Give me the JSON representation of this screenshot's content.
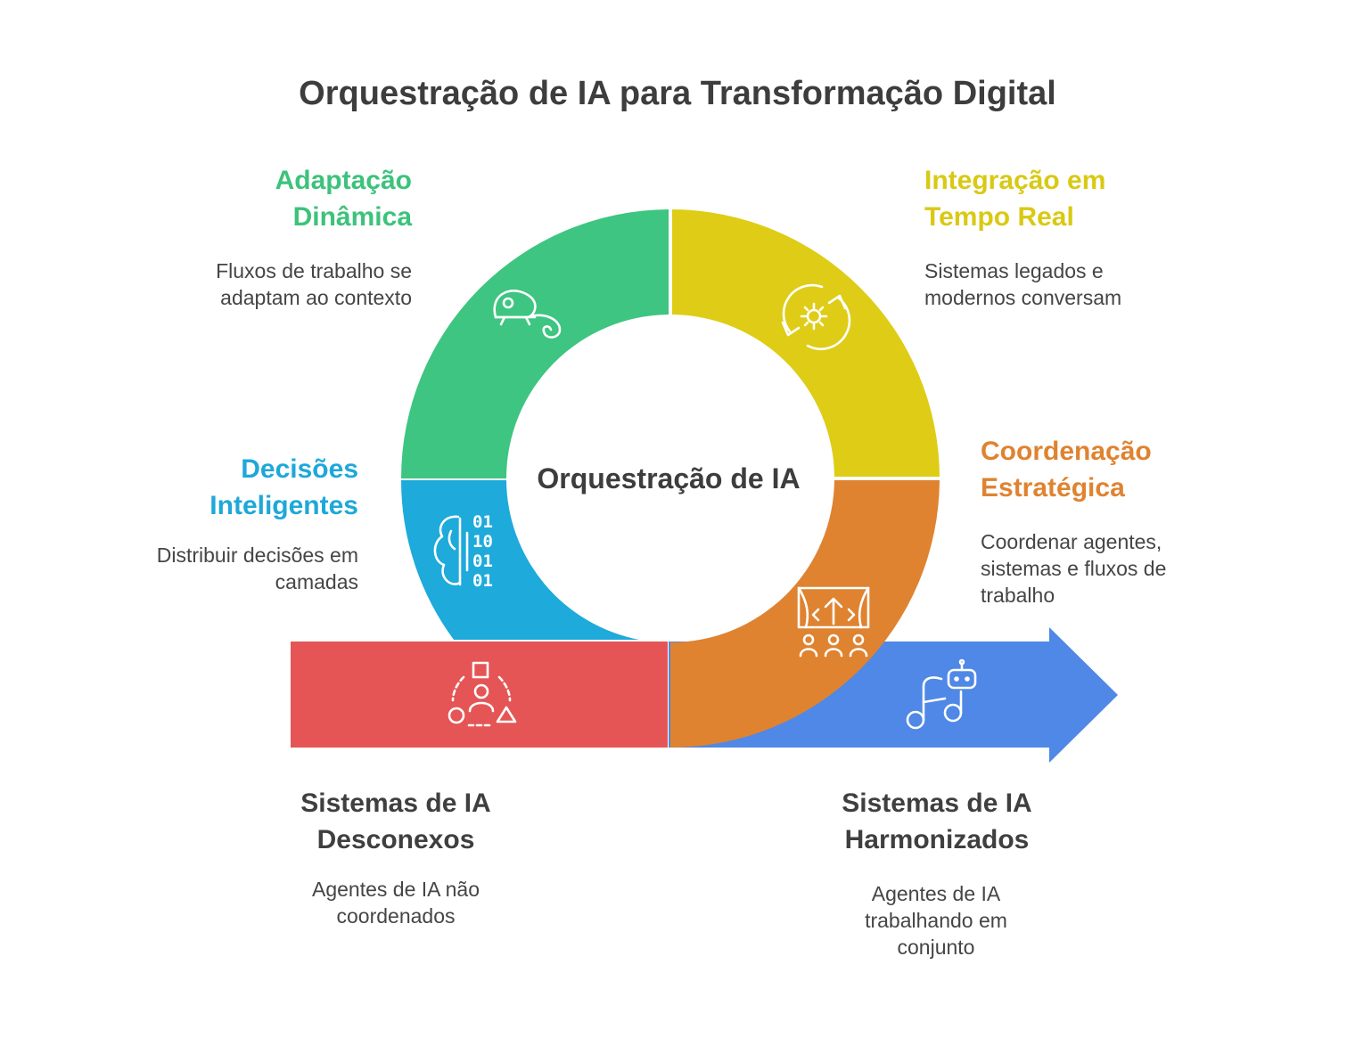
{
  "title": "Orquestração de IA para Transformação Digital",
  "center_label": "Orquestração de IA",
  "colors": {
    "green": "#3ec581",
    "yellow": "#dfcc16",
    "blue": "#1eaadb",
    "orange": "#df8330",
    "red": "#e55555",
    "arrow_blue": "#4f88e6"
  },
  "segments": [
    {
      "heading": "Adaptação Dinâmica",
      "description": "Fluxos de trabalho se adaptam ao contexto",
      "icon": "chameleon-icon"
    },
    {
      "heading": "Integração em Tempo Real",
      "description": "Sistemas legados e modernos conversam",
      "icon": "sync-gear-icon"
    },
    {
      "heading": "Decisões Inteligentes",
      "description": "Distribuir decisões em camadas",
      "icon": "brain-binary-icon"
    },
    {
      "heading": "Coordenação Estratégica",
      "description": "Coordenar agentes, sistemas e fluxos de trabalho",
      "icon": "stage-people-icon"
    }
  ],
  "endpoints": [
    {
      "heading": "Sistemas de IA Desconexos",
      "description": "Agentes de IA não coordenados",
      "icon": "shapes-person-icon"
    },
    {
      "heading": "Sistemas de IA Harmonizados",
      "description": "Agentes de IA trabalhando em conjunto",
      "icon": "music-robot-icon"
    }
  ]
}
